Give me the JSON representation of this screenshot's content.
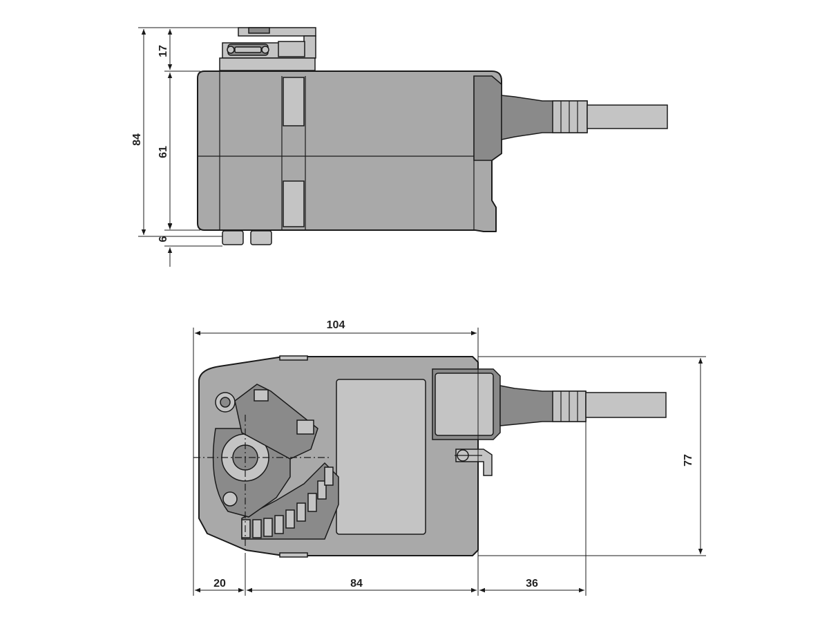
{
  "drawing": {
    "side_view": {
      "dim_total_height": "84",
      "dim_top": "17",
      "dim_middle": "61",
      "dim_bottom": "6"
    },
    "top_view": {
      "dim_total_width": "104",
      "dim_height": "77",
      "dim_left": "20",
      "dim_center": "84",
      "dim_right": "36"
    }
  }
}
